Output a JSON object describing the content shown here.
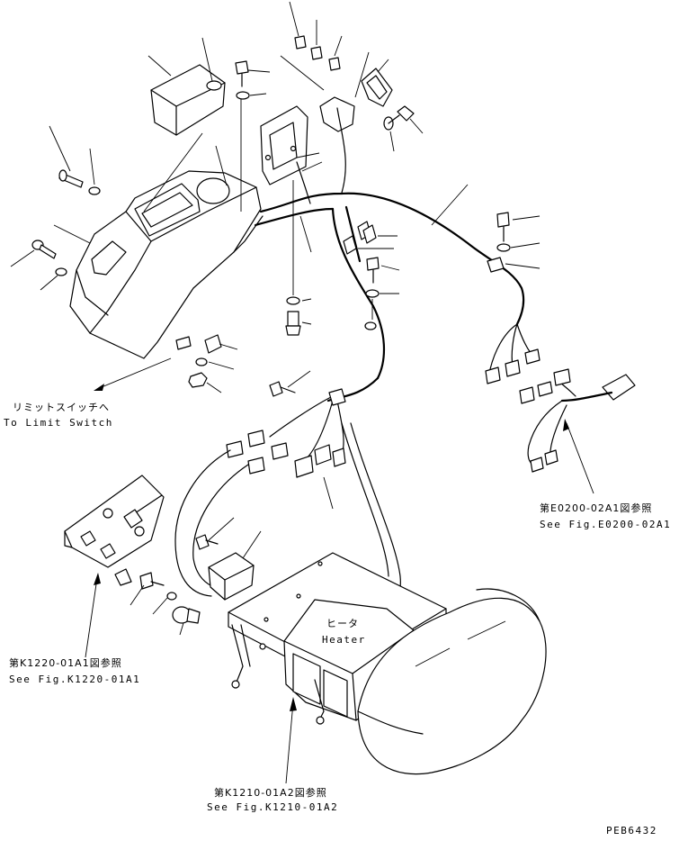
{
  "callouts": [
    {
      "id": "limit-switch",
      "jp": "リミットスイッチへ",
      "en": "To Limit Switch"
    },
    {
      "id": "fig-e0200",
      "jp": "第E0200-02A1図参照",
      "en": "See Fig.E0200-02A1"
    },
    {
      "id": "fig-k1220",
      "jp": "第K1220-01A1図参照",
      "en": "See Fig.K1220-01A1"
    },
    {
      "id": "fig-k1210",
      "jp": "第K1210-01A2図参照",
      "en": "See Fig.K1210-01A2"
    }
  ],
  "heater": {
    "jp": "ヒータ",
    "en": "Heater"
  },
  "drawing_number": "PEB6432"
}
